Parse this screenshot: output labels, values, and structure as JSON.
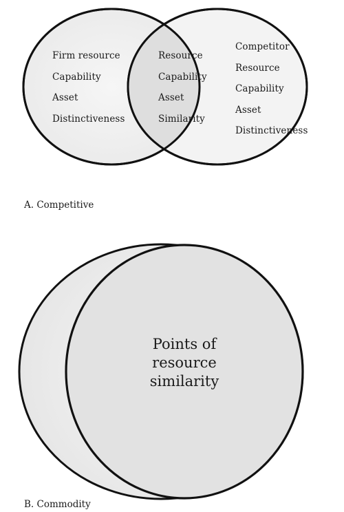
{
  "competitive": {
    "left_items": [
      "Firm resource",
      "Capability",
      "Asset",
      "Distinctiveness"
    ],
    "overlap_items": [
      "Resource",
      "Capability",
      "Asset",
      "Similarity"
    ],
    "right_items": [
      "Competitor",
      "Resource",
      "Capability",
      "Asset",
      "Distinctiveness"
    ],
    "caption": "A. Competitive"
  },
  "commodity": {
    "center_lines": [
      "Points of",
      "resource",
      "similarity"
    ],
    "caption": "B. Commodity"
  },
  "colors": {
    "outline": "#111111",
    "circle_fill": "#f1f1f1",
    "overlap_fill": "#e0e0e0",
    "commodity_fill": "#e3e3e3"
  }
}
